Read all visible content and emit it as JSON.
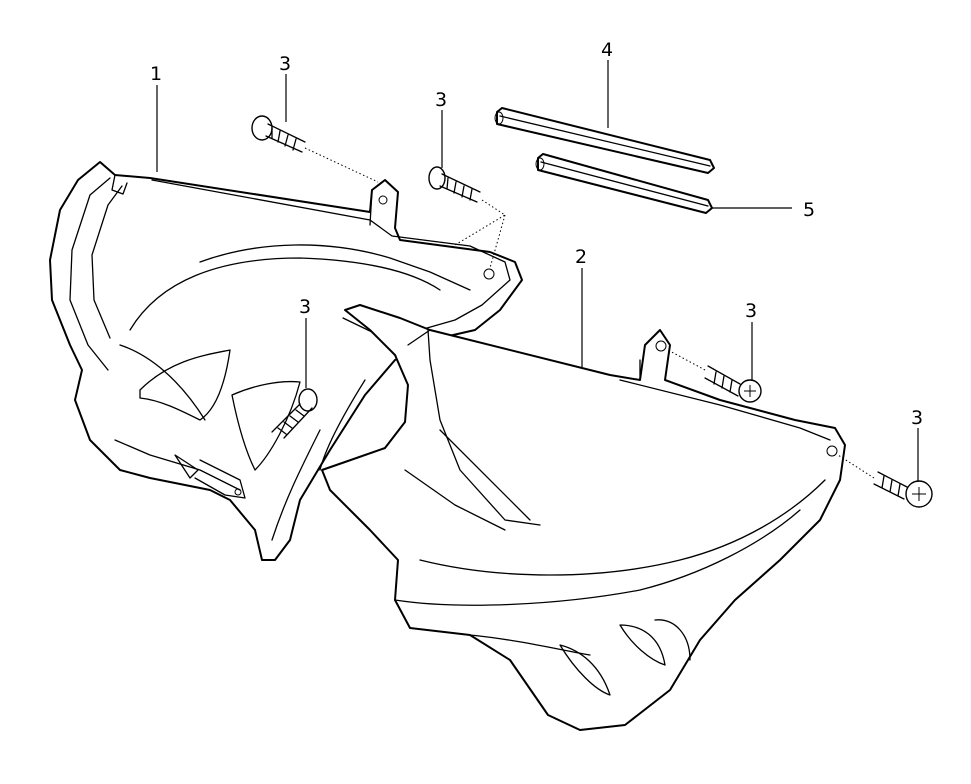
{
  "diagram": {
    "callouts": [
      {
        "id": "c1",
        "label": "1"
      },
      {
        "id": "c2",
        "label": "2"
      },
      {
        "id": "c3a",
        "label": "3"
      },
      {
        "id": "c3b",
        "label": "3"
      },
      {
        "id": "c3c",
        "label": "3"
      },
      {
        "id": "c3d",
        "label": "3"
      },
      {
        "id": "c3e",
        "label": "3"
      },
      {
        "id": "c4",
        "label": "4"
      },
      {
        "id": "c5",
        "label": "5"
      }
    ],
    "colors": {
      "line": "#000000",
      "background": "#ffffff"
    },
    "parts": [
      {
        "callout": "1",
        "icon": "rear-handlebar-cover-part"
      },
      {
        "callout": "2",
        "icon": "front-handlebar-cover-part"
      },
      {
        "callout": "3",
        "icon": "screw-part"
      },
      {
        "callout": "4",
        "icon": "trim-strip-part"
      },
      {
        "callout": "5",
        "icon": "trim-strip-part"
      }
    ]
  }
}
